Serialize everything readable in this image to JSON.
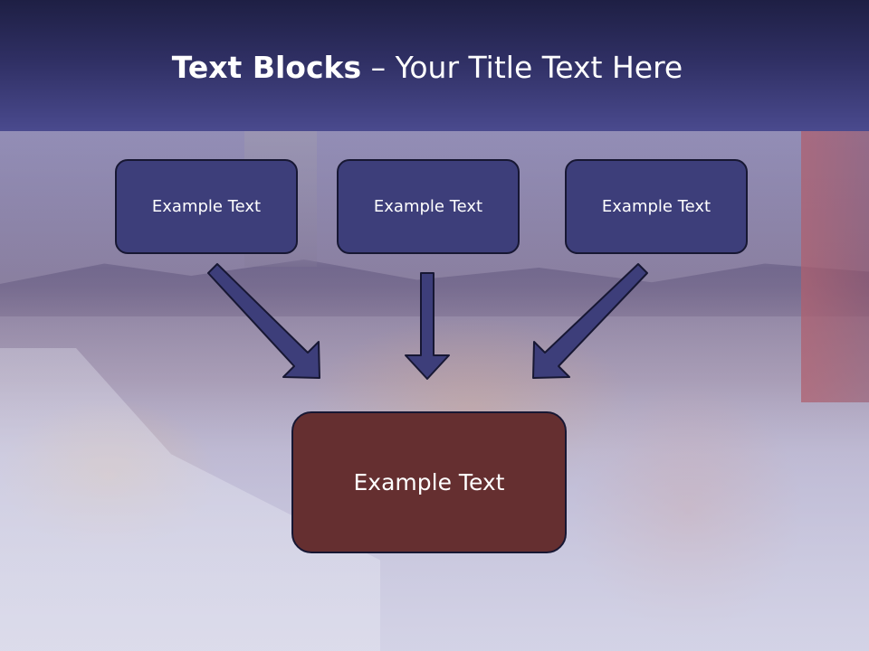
{
  "slide": {
    "title_bold": "Text Blocks",
    "title_rest": " – Your Title Text Here"
  },
  "diagram": {
    "top_boxes": [
      "Example Text",
      "Example Text",
      "Example Text"
    ],
    "bottom_box": "Example Text"
  },
  "colors": {
    "title_band": "#2f2f63",
    "top_box_fill": "#3d3e7a",
    "bottom_box_fill": "#652f30",
    "arrow_fill": "#3d3e7a",
    "outline": "#171733"
  }
}
